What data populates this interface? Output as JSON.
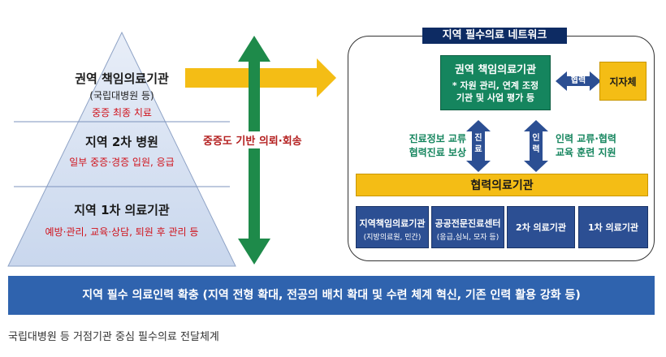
{
  "pyramid": {
    "top": {
      "title": "권역 책임의료기관",
      "sub": "(국립대병원 등)",
      "desc": "중증 최종 치료"
    },
    "middle": {
      "title": "지역 2차 병원",
      "desc": "일부 중증·경증 입원, 응급"
    },
    "bottom": {
      "title": "지역 1차 의료기관",
      "desc": "예방·관리, 교육·상담, 퇴원 후 관리 등"
    }
  },
  "vertical_arrow_label": "중증도 기반 의뢰·회송",
  "network": {
    "title": "지역 필수의료 네트워크",
    "regional_center": {
      "title": "권역 책임의료기관",
      "desc_line1": "* 자원 관리, 연계 조정",
      "desc_line2": "기관 및 사업 평가 등"
    },
    "cooperation_label": "협력",
    "local_gov": "지자체",
    "left_link_label": "진료",
    "left_link_label2": "료",
    "left_text_line1": "진료정보 교류",
    "left_text_line2": "협력진료 보상",
    "right_link_label": "인력",
    "right_text_line1": "인력 교류·협력",
    "right_text_line2": "교육 훈련 지원",
    "coop_institution": "협력의료기관",
    "institutions": [
      {
        "name": "지역책임의료기관",
        "sub": "(지방의료원, 민간)"
      },
      {
        "name": "공공전문진료센터",
        "sub": "(응급,심뇌, 모자 등)"
      },
      {
        "name": "2차 의료기관",
        "sub": ""
      },
      {
        "name": "1차 의료기관",
        "sub": ""
      }
    ]
  },
  "bottom_bar": "지역 필수 의료인력 확충 (지역 전형 확대,  전공의 배치 확대 및 수련 체계 혁신, 기존 인력 활용 강화 등)",
  "caption": "국립대병원 등 거점기관 중심 필수의료 전달체계",
  "colors": {
    "pyramid_fill": "#d6e1f1",
    "yellow": "#f4bd15",
    "green": "#15855e",
    "navy": "#0d2b63",
    "blue": "#2f63ae",
    "red_text": "#d0121b"
  }
}
